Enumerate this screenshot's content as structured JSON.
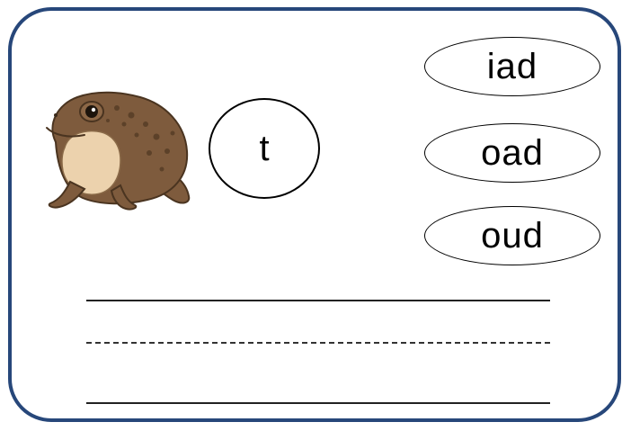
{
  "worksheet": {
    "picture_icon": "toad",
    "onset_letter": "t",
    "endings": [
      {
        "label": "iad"
      },
      {
        "label": "oad"
      },
      {
        "label": "oud"
      }
    ],
    "colors": {
      "frame_border": "#27477a",
      "toad_body": "#7e5b3d",
      "toad_belly": "#ecd2ad"
    }
  }
}
